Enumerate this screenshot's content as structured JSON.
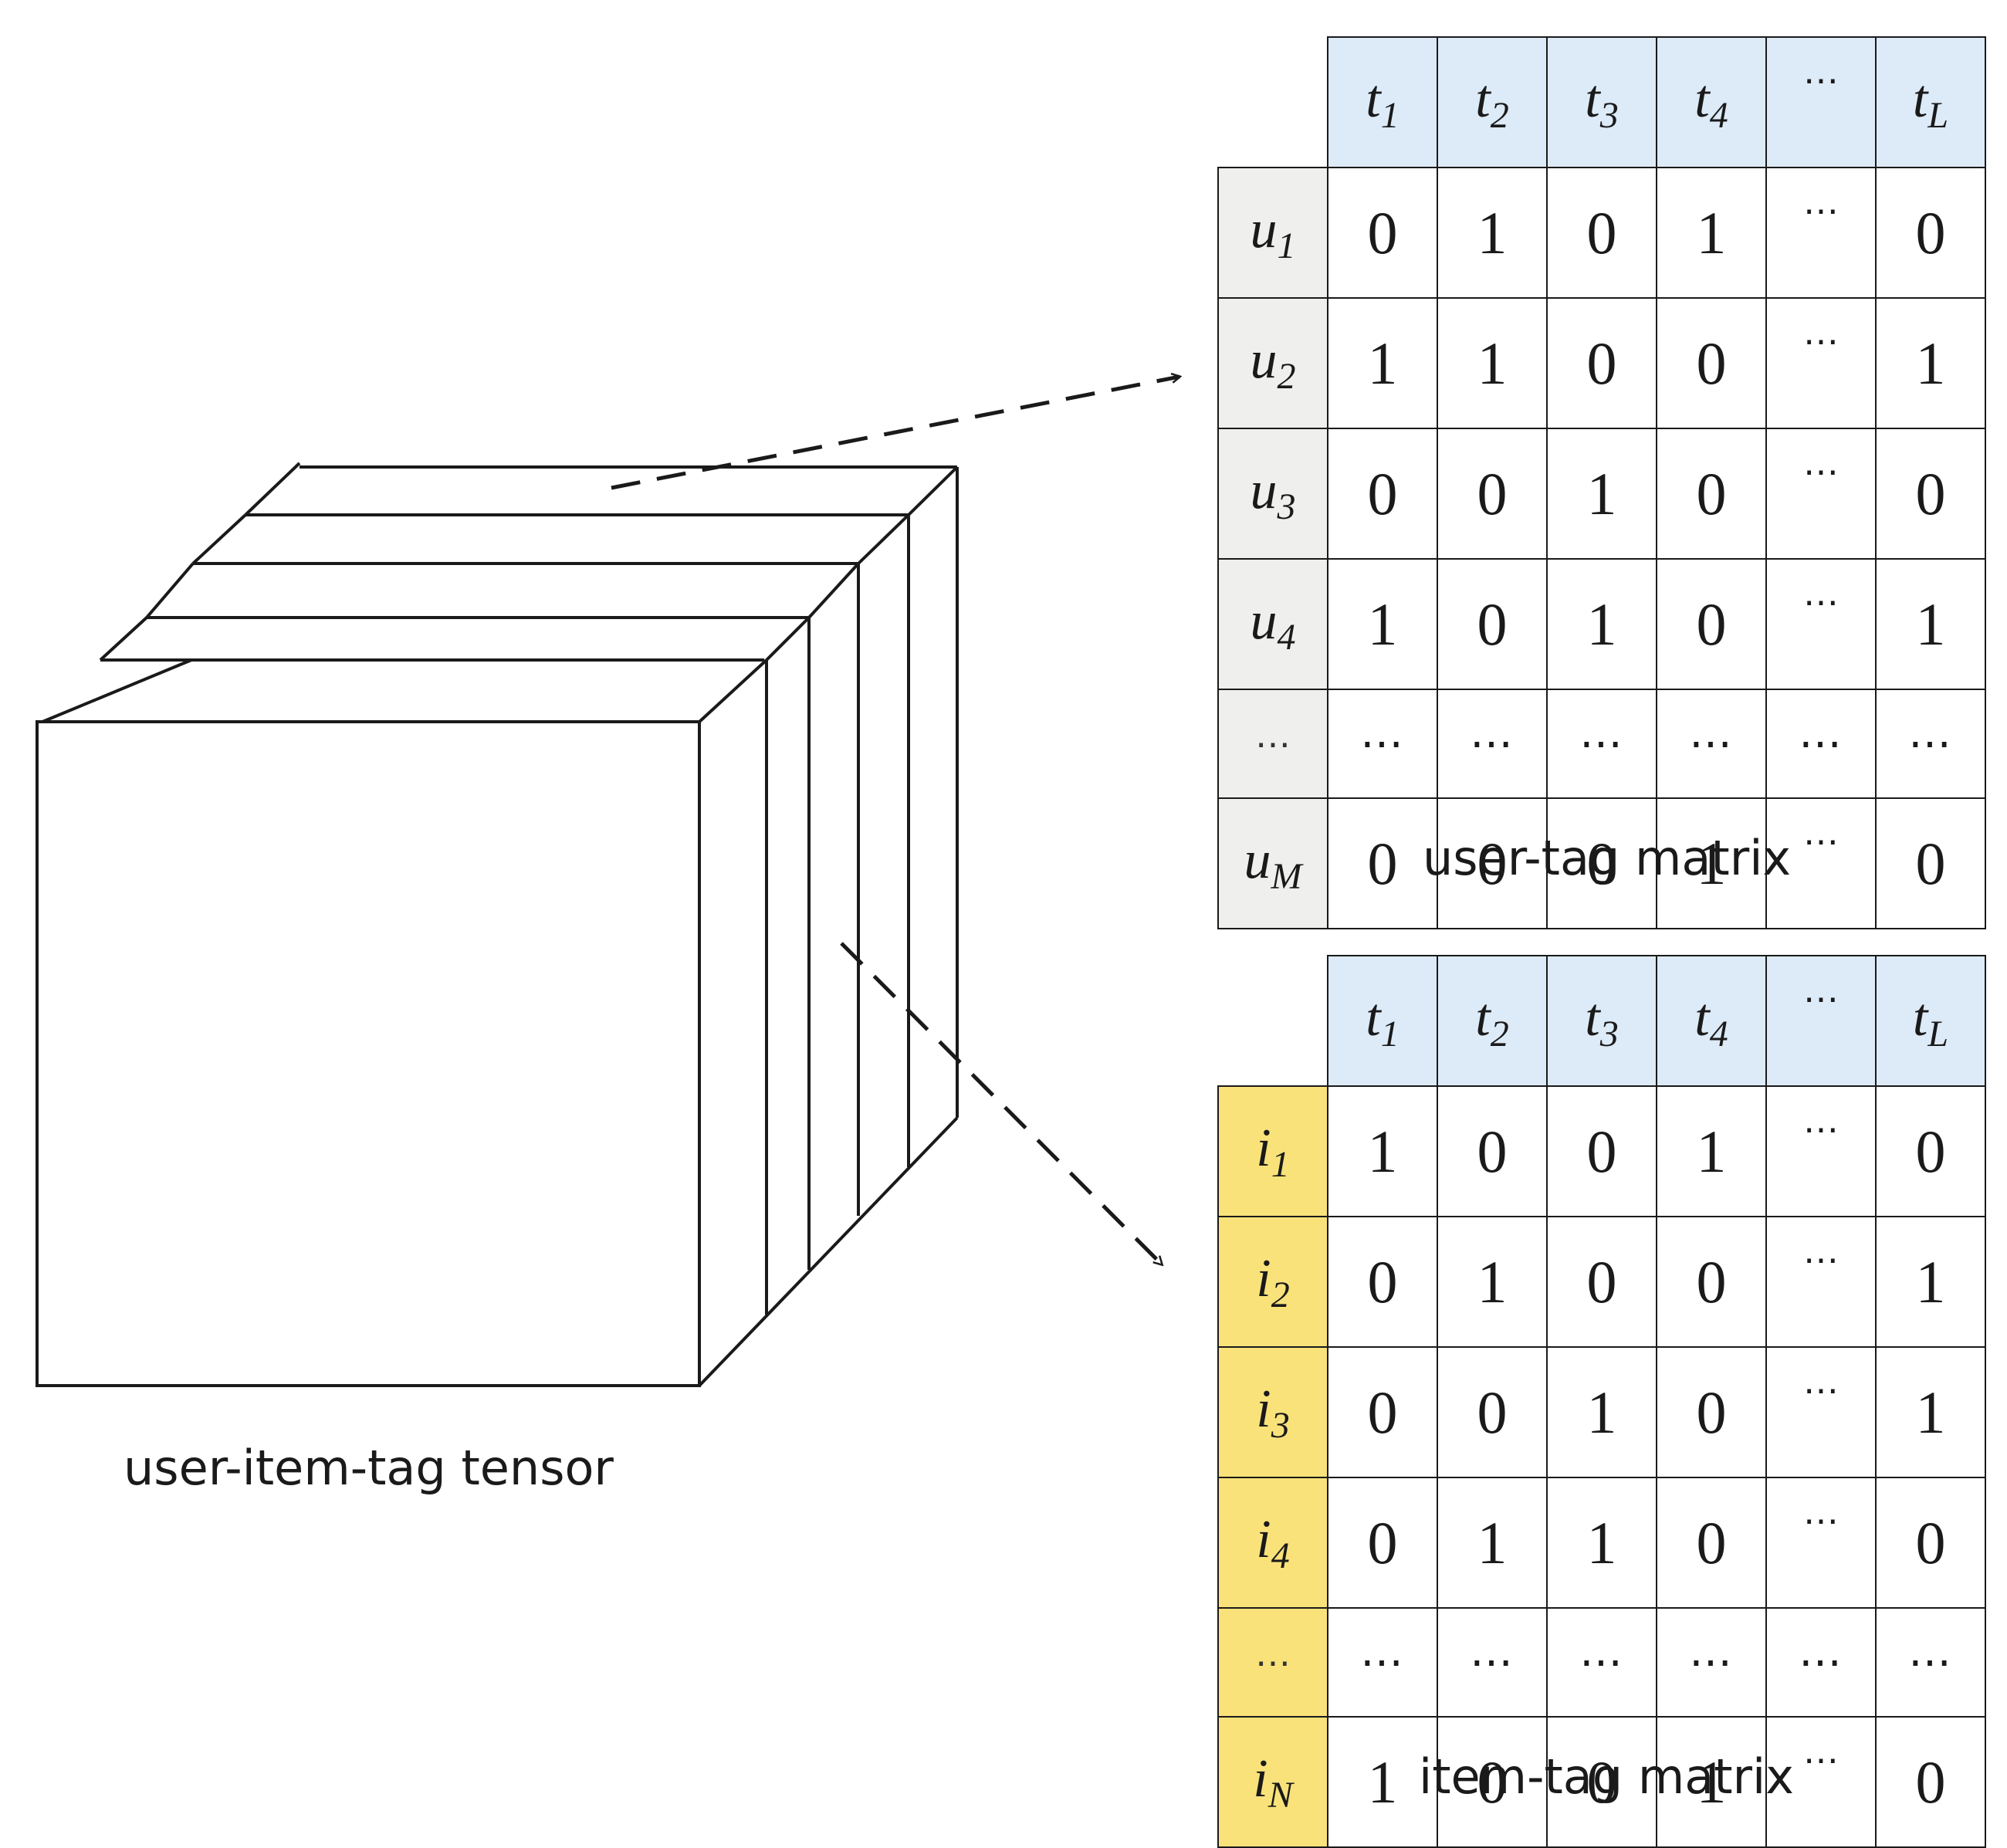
{
  "tensor": {
    "caption": "user-item-tag tensor"
  },
  "user_tag_matrix": {
    "caption": "user-tag matrix",
    "columns": [
      {
        "base": "t",
        "sub": "1"
      },
      {
        "base": "t",
        "sub": "2"
      },
      {
        "base": "t",
        "sub": "3"
      },
      {
        "base": "t",
        "sub": "4"
      },
      {
        "base": "⋯",
        "sub": ""
      },
      {
        "base": "t",
        "sub": "L"
      }
    ],
    "rows": [
      {
        "label": {
          "base": "u",
          "sub": "1"
        },
        "cells": [
          "0",
          "1",
          "0",
          "1",
          "⋯",
          "0"
        ]
      },
      {
        "label": {
          "base": "u",
          "sub": "2"
        },
        "cells": [
          "1",
          "1",
          "0",
          "0",
          "⋯",
          "1"
        ]
      },
      {
        "label": {
          "base": "u",
          "sub": "3"
        },
        "cells": [
          "0",
          "0",
          "1",
          "0",
          "⋯",
          "0"
        ]
      },
      {
        "label": {
          "base": "u",
          "sub": "4"
        },
        "cells": [
          "1",
          "0",
          "1",
          "0",
          "⋯",
          "1"
        ]
      },
      {
        "label": {
          "base": "⋯",
          "sub": ""
        },
        "cells": [
          "⋯",
          "⋯",
          "⋯",
          "⋯",
          "⋯",
          "⋯"
        ]
      },
      {
        "label": {
          "base": "u",
          "sub": "M"
        },
        "cells": [
          "0",
          "0",
          "0",
          "1",
          "⋯",
          "0"
        ]
      }
    ]
  },
  "item_tag_matrix": {
    "caption": "item-tag matrix",
    "columns": [
      {
        "base": "t",
        "sub": "1"
      },
      {
        "base": "t",
        "sub": "2"
      },
      {
        "base": "t",
        "sub": "3"
      },
      {
        "base": "t",
        "sub": "4"
      },
      {
        "base": "⋯",
        "sub": ""
      },
      {
        "base": "t",
        "sub": "L"
      }
    ],
    "rows": [
      {
        "label": {
          "base": "i",
          "sub": "1"
        },
        "cells": [
          "1",
          "0",
          "0",
          "1",
          "⋯",
          "0"
        ]
      },
      {
        "label": {
          "base": "i",
          "sub": "2"
        },
        "cells": [
          "0",
          "1",
          "0",
          "0",
          "⋯",
          "1"
        ]
      },
      {
        "label": {
          "base": "i",
          "sub": "3"
        },
        "cells": [
          "0",
          "0",
          "1",
          "0",
          "⋯",
          "1"
        ]
      },
      {
        "label": {
          "base": "i",
          "sub": "4"
        },
        "cells": [
          "0",
          "1",
          "1",
          "0",
          "⋯",
          "0"
        ]
      },
      {
        "label": {
          "base": "⋯",
          "sub": ""
        },
        "cells": [
          "⋯",
          "⋯",
          "⋯",
          "⋯",
          "⋯",
          "⋯"
        ]
      },
      {
        "label": {
          "base": "i",
          "sub": "N"
        },
        "cells": [
          "1",
          "0",
          "0",
          "1",
          "⋯",
          "0"
        ]
      }
    ]
  },
  "colors": {
    "line": "#1a1a1a",
    "header_fill": "#ddeaf7",
    "user_row_fill": "#efefee",
    "item_row_fill": "#fae27a"
  }
}
